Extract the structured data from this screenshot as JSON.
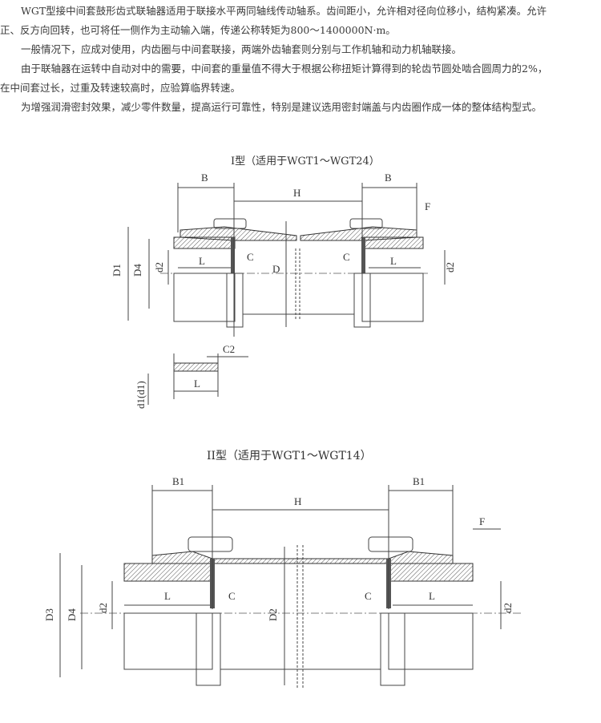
{
  "paragraphs": [
    "WGT型接中间套鼓形齿式联轴器适用于联接水平两同轴线传动轴系。齿间距小，允许相对径向位移小，结构紧凑。允许",
    "正、反方向回转，也可将任一侧作为主动输入端，传递公称转矩为800～1400000N·m。",
    "一般情况下，应成对使用，内齿圈与中间套联接，两端外齿轴套则分别与工作机轴和动力机轴联接。",
    "由于联轴器在运转中自动对中的需要，中间套的重量值不得大于根据公称扭矩计算得到的轮齿节圆处啮合圆周力的2%，",
    "在中间套过长，过重及转速较高时，应验算临界转速。",
    "为增强润滑密封效果，减少零件数量，提高运行可靠性，特别是建议选用密封端盖与内齿圈作成一体的整体结构型式。"
  ],
  "diagram1": {
    "title": "I型（适用于WGT1～WGT24）",
    "labels": {
      "B_left": "B",
      "B_right": "B",
      "H": "H",
      "F": "F",
      "L_left": "L",
      "L_right": "L",
      "C_left": "C",
      "C_right": "C",
      "D": "D",
      "D1": "D1",
      "D4": "D4",
      "d2_left": "d2",
      "d2_right": "d2",
      "C2": "C2",
      "L_bottom": "L",
      "d1": "d1(d1)"
    }
  },
  "diagram2": {
    "title": "II型（适用于WGT1～WGT14）",
    "labels": {
      "B_left": "B1",
      "B_right": "B1",
      "H": "H",
      "F": "F",
      "L_left": "L",
      "L_right": "L",
      "C_left": "C",
      "C_right": "C",
      "D2": "D2",
      "D3": "D3",
      "D4": "D4",
      "d2_left": "d2",
      "d2_right": "d2"
    }
  }
}
